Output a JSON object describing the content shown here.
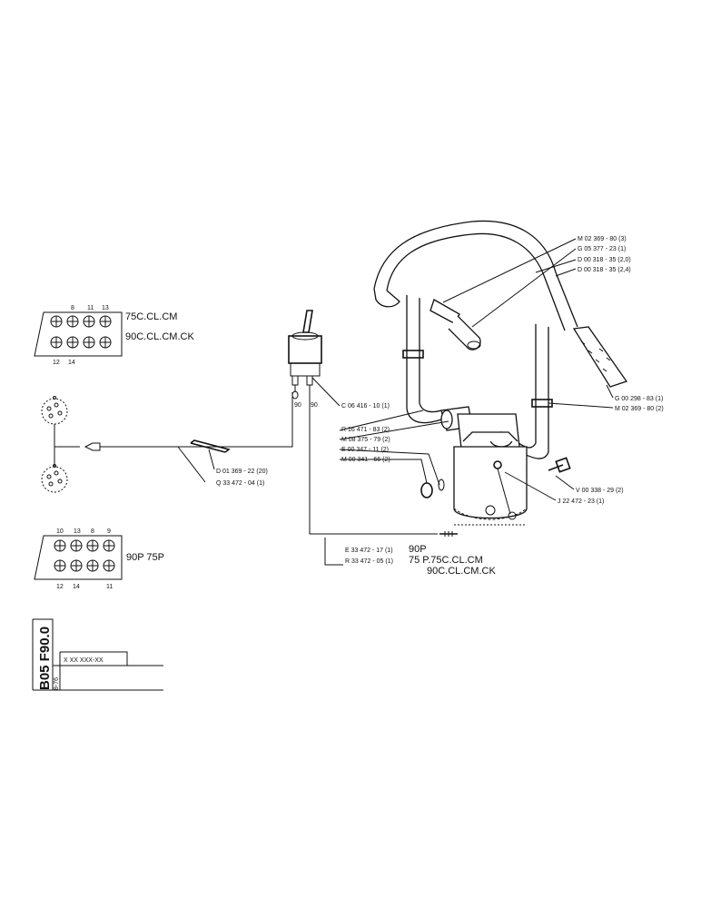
{
  "variant_label_top_1": "75C.CL.CM",
  "variant_label_top_2": "90C.CL.CM.CK",
  "variant_label_bottom": "90P 75P",
  "connector_top_numbers": {
    "top": [
      "8",
      "11",
      "13"
    ],
    "bottom": [
      "12",
      "14"
    ]
  },
  "connector_bottom_numbers": {
    "top": [
      "10",
      "13",
      "8",
      "9"
    ],
    "bottom": [
      "12",
      "14",
      "11"
    ]
  },
  "callouts_right": [
    "M 02 369 - 80 (3)",
    "G 05 377 - 23 (1)",
    "D 00 318 - 35 (2,0)",
    "D 00 318 - 35 (2,4)",
    "G 00 298 - 83 (1)",
    "M 02 369 - 80 (2)",
    "V 00 338 - 29 (2)",
    "J 22 472 - 23 (1)"
  ],
  "callouts_center": [
    "C 06 416 - 10 (1)",
    "R 16 471 - 83 (2)",
    "M 08 375 - 79 (2)",
    "E 00 347 - 11 (2)",
    "M 00 341 - 66 (2)"
  ],
  "callouts_left": [
    "D 01 369 - 22 (20)",
    "Q 33 472 - 04 (1)"
  ],
  "harness_refs": {
    "line1_code": "E 33 472 - 17 (1)",
    "line1_variant": "90P",
    "line2_code": "R 33 472 - 05 (1)",
    "line2_variant": "75 P.75C.CL.CM",
    "line3_variant": "90C.CL.CM.CK"
  },
  "title_block": {
    "code": "B05 F90.0",
    "date": "8-76",
    "part_box": "X XX XXX-XX"
  }
}
